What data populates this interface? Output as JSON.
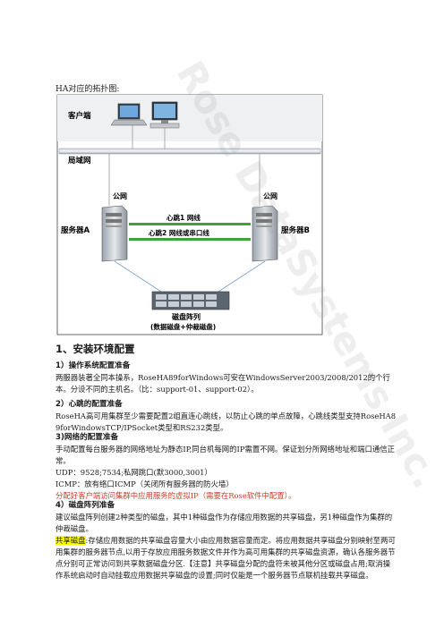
{
  "caption": "HA对应的拓扑图:",
  "diagram": {
    "client_label": "客户端",
    "lan_label": "局域网",
    "public_net_a": "公网",
    "public_net_b": "公网",
    "server_a": "服务器A",
    "server_b": "服务器B",
    "heartbeat1": "心跳1 网线",
    "heartbeat2": "心跳2 网线或串口线",
    "disk_array": "磁盘阵列",
    "disk_note": "(数据磁盘+仲裁磁盘)",
    "watermark": "Rose DataSystems Inc."
  },
  "heading1": "1、安装环境配置",
  "s1": {
    "title": "1）操作系统配置准备",
    "body": "两服器装著全同本操系，RoseHA89forWindows可安在WindowsServer2003/2008/2012的个行本。分设不同的主机名。（比：support-01、support-02）。"
  },
  "s2": {
    "title": "2）心跳的配置准备",
    "body": "RoseHA高可用集群至少需要配置2组直连心跳线，以防止心跳的单点故障，心跳线类型支持RoseHA89forWindowsTCP/IPSocket类型和RS232类型。"
  },
  "s3": {
    "title": "3)网络的配置准备",
    "line1": "手动配置每台服务器的网络地址为静态IP,同台机每网的IP需置不网。保证划分所网络地址和端口通信正常。",
    "line2": "UDP：9528;7534;私网跳口(默3000,3001）",
    "line3": "ICMP：放有络口ICMP（关闭所有服务器的防火墙）",
    "line4": "分配好客户端访问集群中应用服务的虚拟IP（需要在Rose软件中配置）。"
  },
  "s4": {
    "title": "4）磁盘阵列准备",
    "line1": "建议磁盘阵列创建2种类型的磁盘，其中1种磁盘作为存储应用数据的共享磁盘，另1种磁盘作为集群的仲裁磁盘。",
    "hl": "共享磁盘",
    "line2": ":存储应用数据的共享磁盘容量大小由应用数据容量而定。将应用数据共享磁盘分别映射至两可用集群的服务器节点,以用于存放应用服务数据文件并作为高可用集群的共享磁盘资源，确认各服务器节点分别可正常访问到共享数据磁盘分区.【注意】共享磁盘分配的盘符未被其他分区或磁盘占用;取消操作系统启动时自动挂载应用数据共享磁盘的设置;同时仅能是一个服务器节点联机挂载共享磁盘。"
  }
}
